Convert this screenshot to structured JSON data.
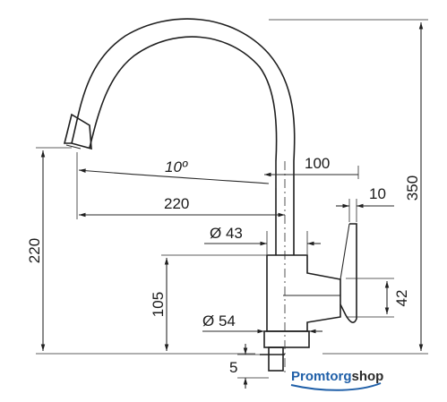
{
  "dimensions": {
    "angle": "10º",
    "spout_reach": "100",
    "reach_from_center": "220",
    "lever_width": "10",
    "total_height": "350",
    "outlet_height": "220",
    "body_diameter": "Ø 43",
    "body_height": "105",
    "lever_height": "42",
    "base_diameter": "Ø 54",
    "thread": "5"
  },
  "brand": {
    "name_part1": "Promtorg",
    "name_part2": "shop",
    "color1": "#1f5fa8",
    "color2": "#2a2a2a"
  }
}
